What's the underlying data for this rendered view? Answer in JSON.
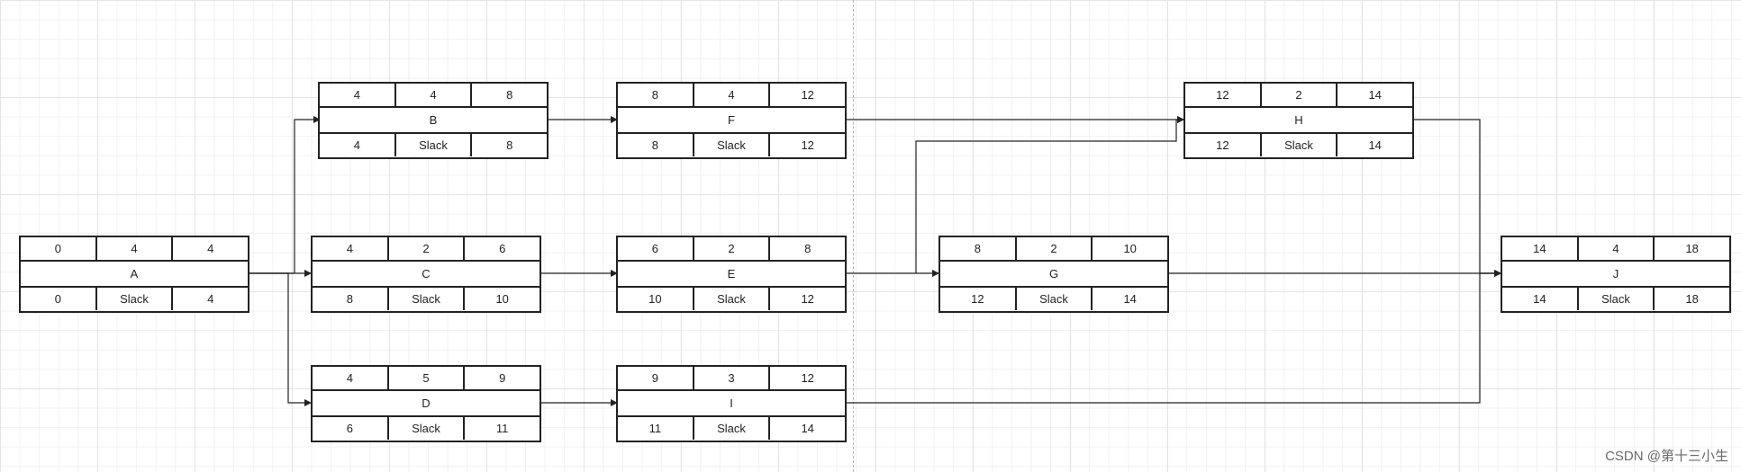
{
  "nodes": {
    "A": {
      "top": [
        "0",
        "4",
        "4"
      ],
      "name": "A",
      "bottom": [
        "0",
        "Slack",
        "4"
      ]
    },
    "B": {
      "top": [
        "4",
        "4",
        "8"
      ],
      "name": "B",
      "bottom": [
        "4",
        "Slack",
        "8"
      ]
    },
    "C": {
      "top": [
        "4",
        "2",
        "6"
      ],
      "name": "C",
      "bottom": [
        "8",
        "Slack",
        "10"
      ]
    },
    "D": {
      "top": [
        "4",
        "5",
        "9"
      ],
      "name": "D",
      "bottom": [
        "6",
        "Slack",
        "11"
      ]
    },
    "F": {
      "top": [
        "8",
        "4",
        "12"
      ],
      "name": "F",
      "bottom": [
        "8",
        "Slack",
        "12"
      ]
    },
    "E": {
      "top": [
        "6",
        "2",
        "8"
      ],
      "name": "E",
      "bottom": [
        "10",
        "Slack",
        "12"
      ]
    },
    "I": {
      "top": [
        "9",
        "3",
        "12"
      ],
      "name": "I",
      "bottom": [
        "11",
        "Slack",
        "14"
      ]
    },
    "G": {
      "top": [
        "8",
        "2",
        "10"
      ],
      "name": "G",
      "bottom": [
        "12",
        "Slack",
        "14"
      ]
    },
    "H": {
      "top": [
        "12",
        "2",
        "14"
      ],
      "name": "H",
      "bottom": [
        "12",
        "Slack",
        "14"
      ]
    },
    "J": {
      "top": [
        "14",
        "4",
        "18"
      ],
      "name": "J",
      "bottom": [
        "14",
        "Slack",
        "18"
      ]
    }
  },
  "edges": [
    [
      "A",
      "B"
    ],
    [
      "A",
      "C"
    ],
    [
      "A",
      "D"
    ],
    [
      "B",
      "F"
    ],
    [
      "C",
      "E"
    ],
    [
      "D",
      "I"
    ],
    [
      "E",
      "G"
    ],
    [
      "E",
      "H"
    ],
    [
      "F",
      "H"
    ],
    [
      "G",
      "J"
    ],
    [
      "H",
      "J"
    ],
    [
      "I",
      "J"
    ]
  ],
  "watermark": "CSDN @第十三小生"
}
